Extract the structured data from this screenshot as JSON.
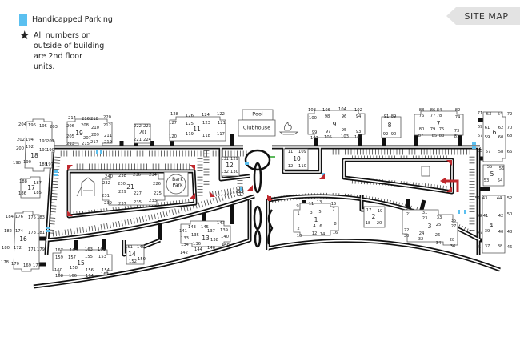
{
  "title": "SITE MAP",
  "legend": {
    "handicapped_label": "Handicapped Parking",
    "handicapped_color": "#5bc0f0",
    "star_note": "All numbers on outside of building are 2nd floor units."
  },
  "amenities": {
    "pool": "Pool",
    "clubhouse": "Clubhouse",
    "bark_park": "Bark Park"
  },
  "colors": {
    "marker_red": "#c0282d",
    "accent_green": "#5cb85c"
  },
  "big_labels": [
    "18",
    "17",
    "16",
    "19",
    "20",
    "11",
    "12",
    "21",
    "13",
    "14",
    "15",
    "9",
    "8",
    "7",
    "6",
    "5",
    "4",
    "10",
    "1",
    "2",
    "3"
  ],
  "unit_labels": [
    "204",
    "196",
    "195",
    "203",
    "202",
    "194",
    "193",
    "201",
    "200",
    "192",
    "191",
    "199",
    "198",
    "190",
    "189",
    "197",
    "188",
    "187",
    "186",
    "185",
    "184",
    "176",
    "175",
    "183",
    "182",
    "174",
    "173",
    "181",
    "180",
    "172",
    "171",
    "179",
    "178",
    "170",
    "169",
    "177",
    "214",
    "216",
    "218",
    "220",
    "206",
    "208",
    "210",
    "212",
    "205",
    "207",
    "209",
    "211",
    "213",
    "215",
    "217",
    "219",
    "222",
    "223",
    "221",
    "224",
    "128",
    "126",
    "124",
    "122",
    "127",
    "125",
    "123",
    "121",
    "120",
    "119",
    "118",
    "117",
    "131",
    "129",
    "132",
    "130",
    "240",
    "238",
    "236",
    "234",
    "232",
    "230",
    "226",
    "231",
    "229",
    "227",
    "225",
    "239",
    "237",
    "235",
    "233",
    "147",
    "143",
    "145",
    "141",
    "137",
    "139",
    "135",
    "133",
    "138",
    "140",
    "134",
    "136",
    "144",
    "146",
    "148",
    "142",
    "151",
    "149",
    "150",
    "152",
    "167",
    "165",
    "163",
    "161",
    "159",
    "157",
    "155",
    "153",
    "160",
    "158",
    "156",
    "154",
    "168",
    "166",
    "164",
    "162",
    "108",
    "106",
    "104",
    "102",
    "100",
    "98",
    "96",
    "94",
    "99",
    "97",
    "95",
    "93",
    "107",
    "105",
    "103",
    "101",
    "91",
    "89",
    "92",
    "90",
    "88",
    "86",
    "84",
    "82",
    "76",
    "77",
    "78",
    "74",
    "80",
    "79",
    "75",
    "73",
    "87",
    "85",
    "83",
    "81",
    "71",
    "63",
    "64",
    "72",
    "69",
    "61",
    "62",
    "70",
    "67",
    "59",
    "60",
    "68",
    "65",
    "57",
    "58",
    "66",
    "55",
    "56",
    "53",
    "54",
    "51",
    "43",
    "44",
    "52",
    "49",
    "41",
    "42",
    "50",
    "47",
    "39",
    "40",
    "48",
    "45",
    "37",
    "38",
    "46",
    "11",
    "109",
    "12",
    "110",
    "9",
    "11",
    "13",
    "15",
    "1",
    "3",
    "5",
    "7",
    "2",
    "4",
    "6",
    "8",
    "10",
    "12",
    "14",
    "16",
    "17",
    "19",
    "18",
    "20",
    "29",
    "21",
    "31",
    "23",
    "33",
    "35",
    "25",
    "27",
    "22",
    "30",
    "24",
    "26",
    "32",
    "34",
    "28",
    "36"
  ]
}
